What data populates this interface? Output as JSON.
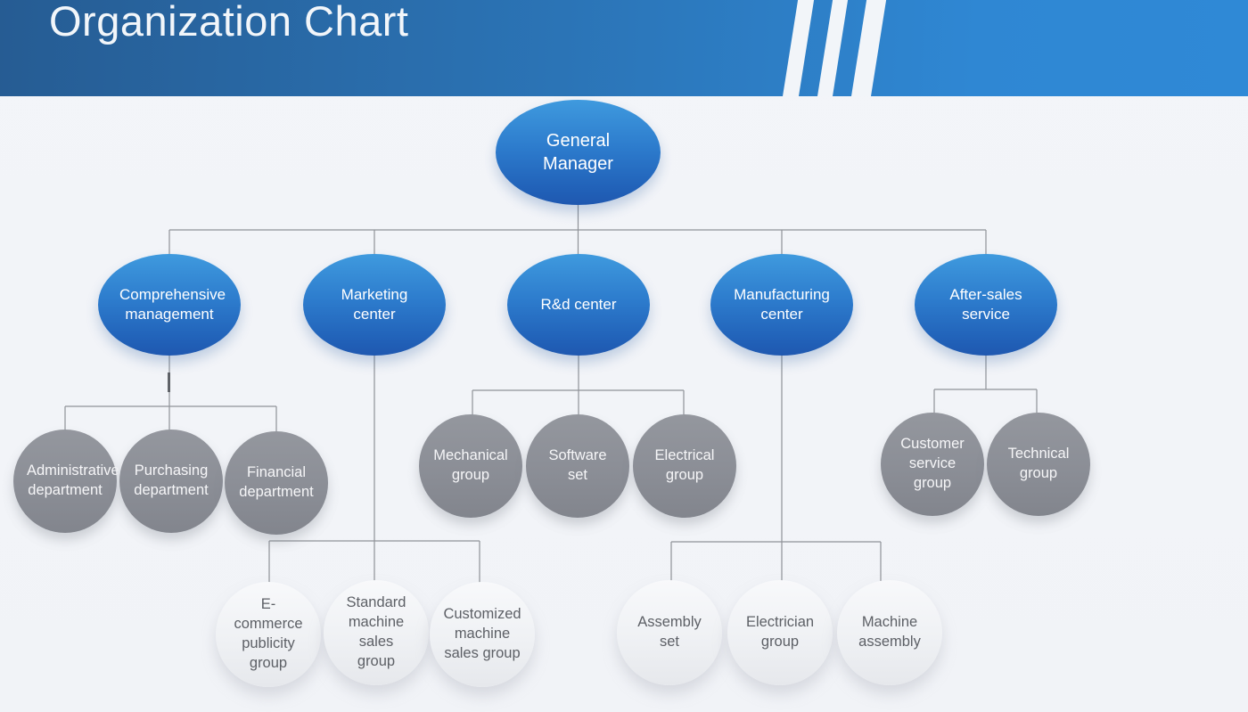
{
  "header": {
    "title": "Organization Chart"
  },
  "colors": {
    "header_gradient_left": "#265c93",
    "header_gradient_right": "#2f89d6",
    "header_stripe": "#f2f5f9",
    "background": "#f1f3f7",
    "blue_node_top": "#3f9ade",
    "blue_node_bottom": "#1f58b0",
    "gray_node": "#8b8e96",
    "light_node": "#eff1f4",
    "connector_line": "#8f9298",
    "title_text": "#f2f6fa",
    "blue_node_text": "#ffffff",
    "gray_node_text": "#f6f6f8",
    "light_node_text": "#5d6066"
  },
  "tree": {
    "label": "General Manager",
    "children": [
      {
        "label": "Comprehensive management",
        "children": [
          {
            "label": "Administrative department"
          },
          {
            "label": "Purchasing department"
          },
          {
            "label": "Financial department"
          }
        ]
      },
      {
        "label": "Marketing center",
        "children": [
          {
            "label": "E-commerce publicity group"
          },
          {
            "label": "Standard machine sales group"
          },
          {
            "label": "Customized machine sales group"
          }
        ]
      },
      {
        "label": "R&d center",
        "children": [
          {
            "label": "Mechanical group"
          },
          {
            "label": "Software set"
          },
          {
            "label": "Electrical group"
          }
        ]
      },
      {
        "label": "Manufacturing center",
        "children": [
          {
            "label": "Assembly set"
          },
          {
            "label": "Electrician group"
          },
          {
            "label": "Machine assembly"
          }
        ]
      },
      {
        "label": "After-sales service",
        "children": [
          {
            "label": "Customer service group"
          },
          {
            "label": "Technical group"
          }
        ]
      }
    ]
  }
}
